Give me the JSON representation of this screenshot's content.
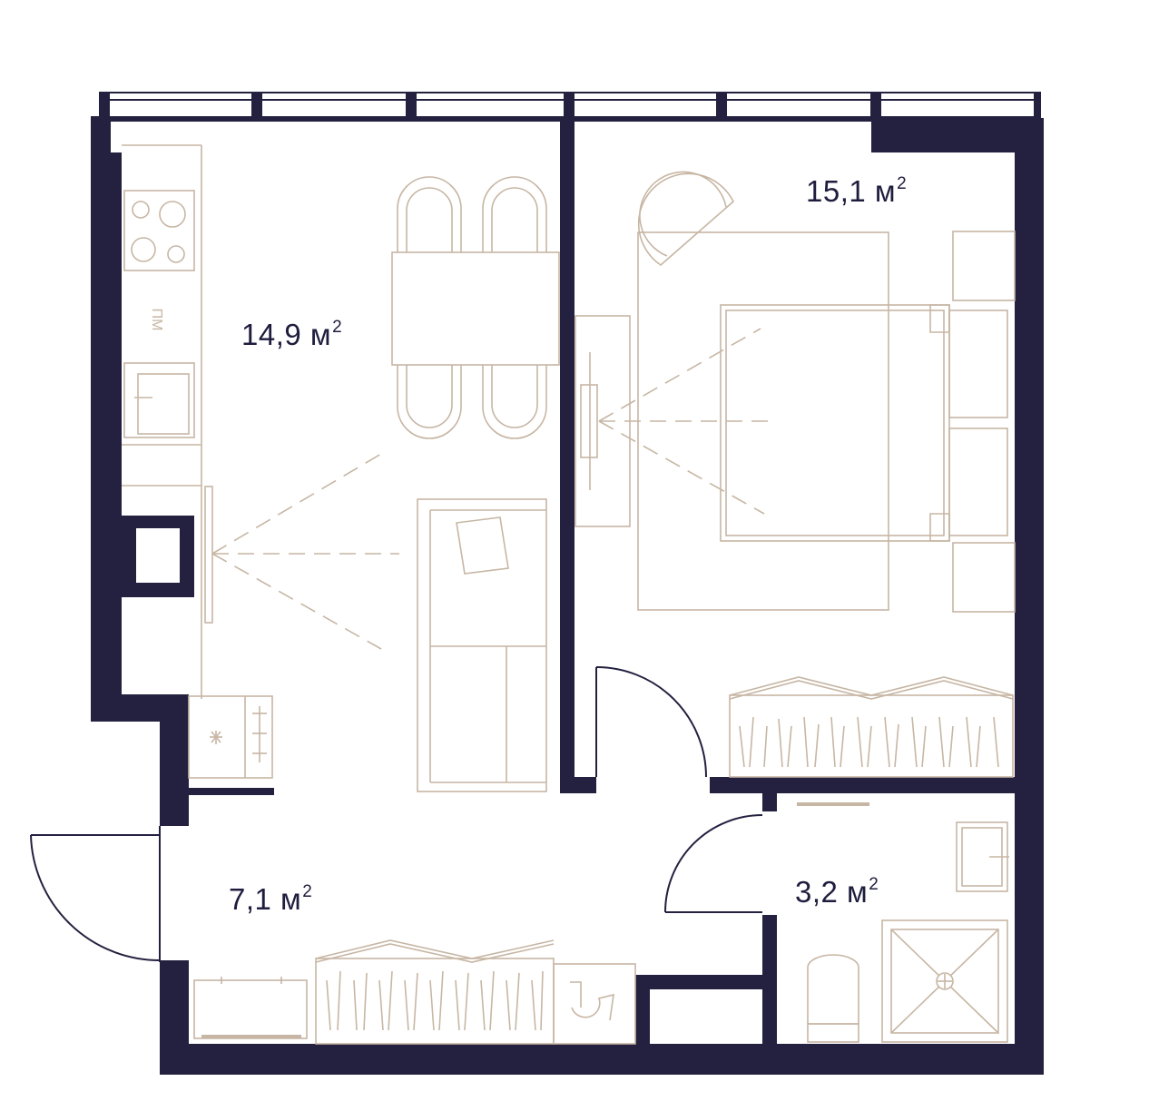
{
  "rooms": [
    {
      "id": "kitchen-living",
      "area": "14,9",
      "unit": "м",
      "unit_power": "2"
    },
    {
      "id": "bedroom",
      "area": "15,1",
      "unit": "м",
      "unit_power": "2"
    },
    {
      "id": "hallway",
      "area": "7,1",
      "unit": "м",
      "unit_power": "2"
    },
    {
      "id": "bathroom",
      "area": "3,2",
      "unit": "м",
      "unit_power": "2"
    }
  ],
  "appliance_labels": {
    "dishwasher": "ПМ"
  },
  "colors": {
    "wall": "#23213f",
    "furniture": "#c7b6a4",
    "text": "#1f1d3e",
    "background": "#ffffff"
  }
}
